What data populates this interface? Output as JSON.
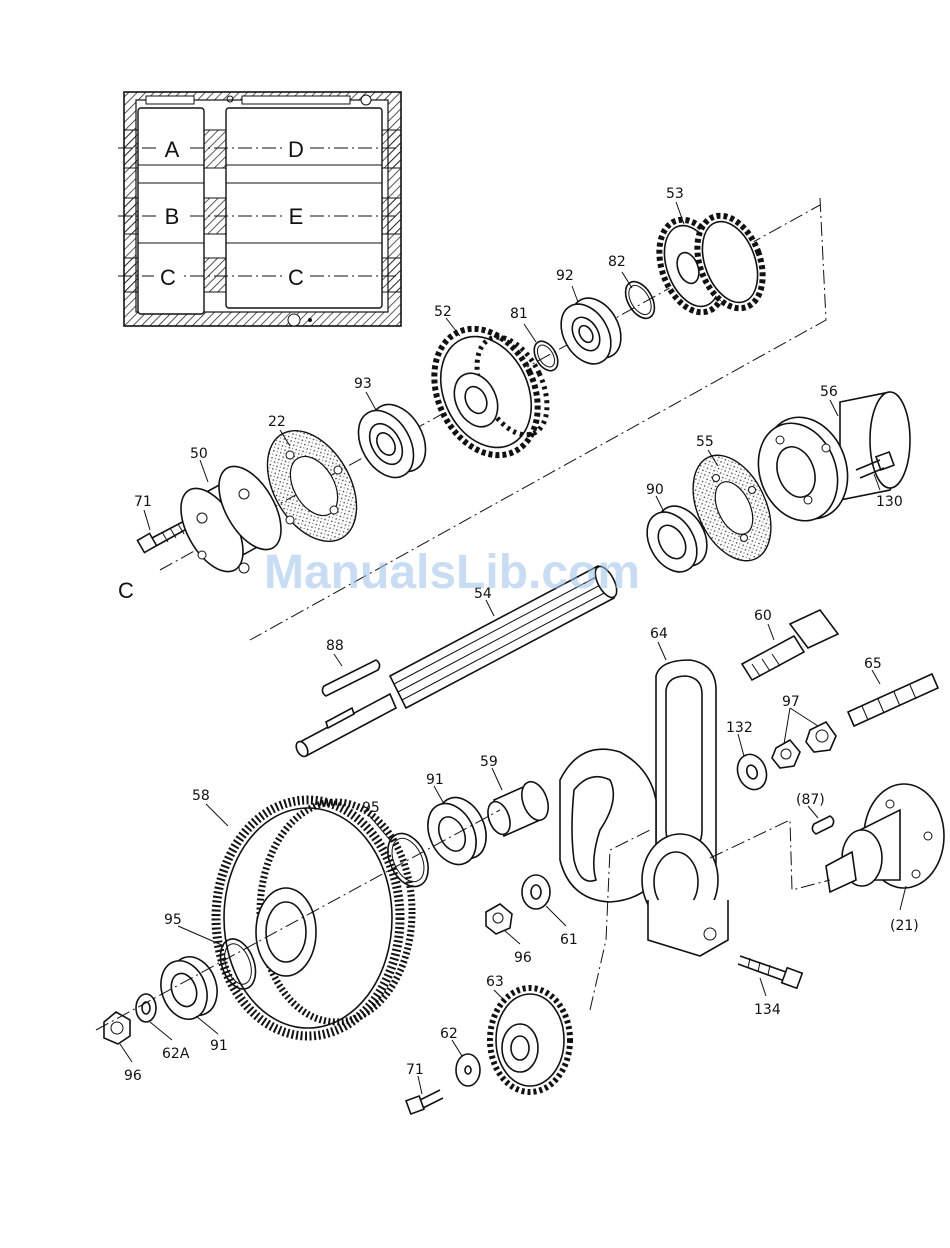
{
  "section_label": "C",
  "watermark": "ManualsLib.com",
  "inset": {
    "cells": [
      "A",
      "B",
      "C",
      "D",
      "E",
      "C"
    ]
  },
  "parts": {
    "p53": "53",
    "p82": "82",
    "p92": "92",
    "p81": "81",
    "p52": "52",
    "p93": "93",
    "p22": "22",
    "p50": "50",
    "p71a": "71",
    "p56": "56",
    "p55": "55",
    "p90": "90",
    "p130": "130",
    "p54": "54",
    "p88": "88",
    "p60": "60",
    "p64": "64",
    "p65": "65",
    "p97": "97",
    "p132": "132",
    "p87": "(87)",
    "p59": "59",
    "p91a": "91",
    "p95a": "95",
    "p58": "58",
    "p61": "61",
    "p96a": "96",
    "p21": "(21)",
    "p134": "134",
    "p95b": "95",
    "p63": "63",
    "p62": "62",
    "p71b": "71",
    "p96b": "96",
    "p62A": "62A",
    "p91b": "91"
  }
}
